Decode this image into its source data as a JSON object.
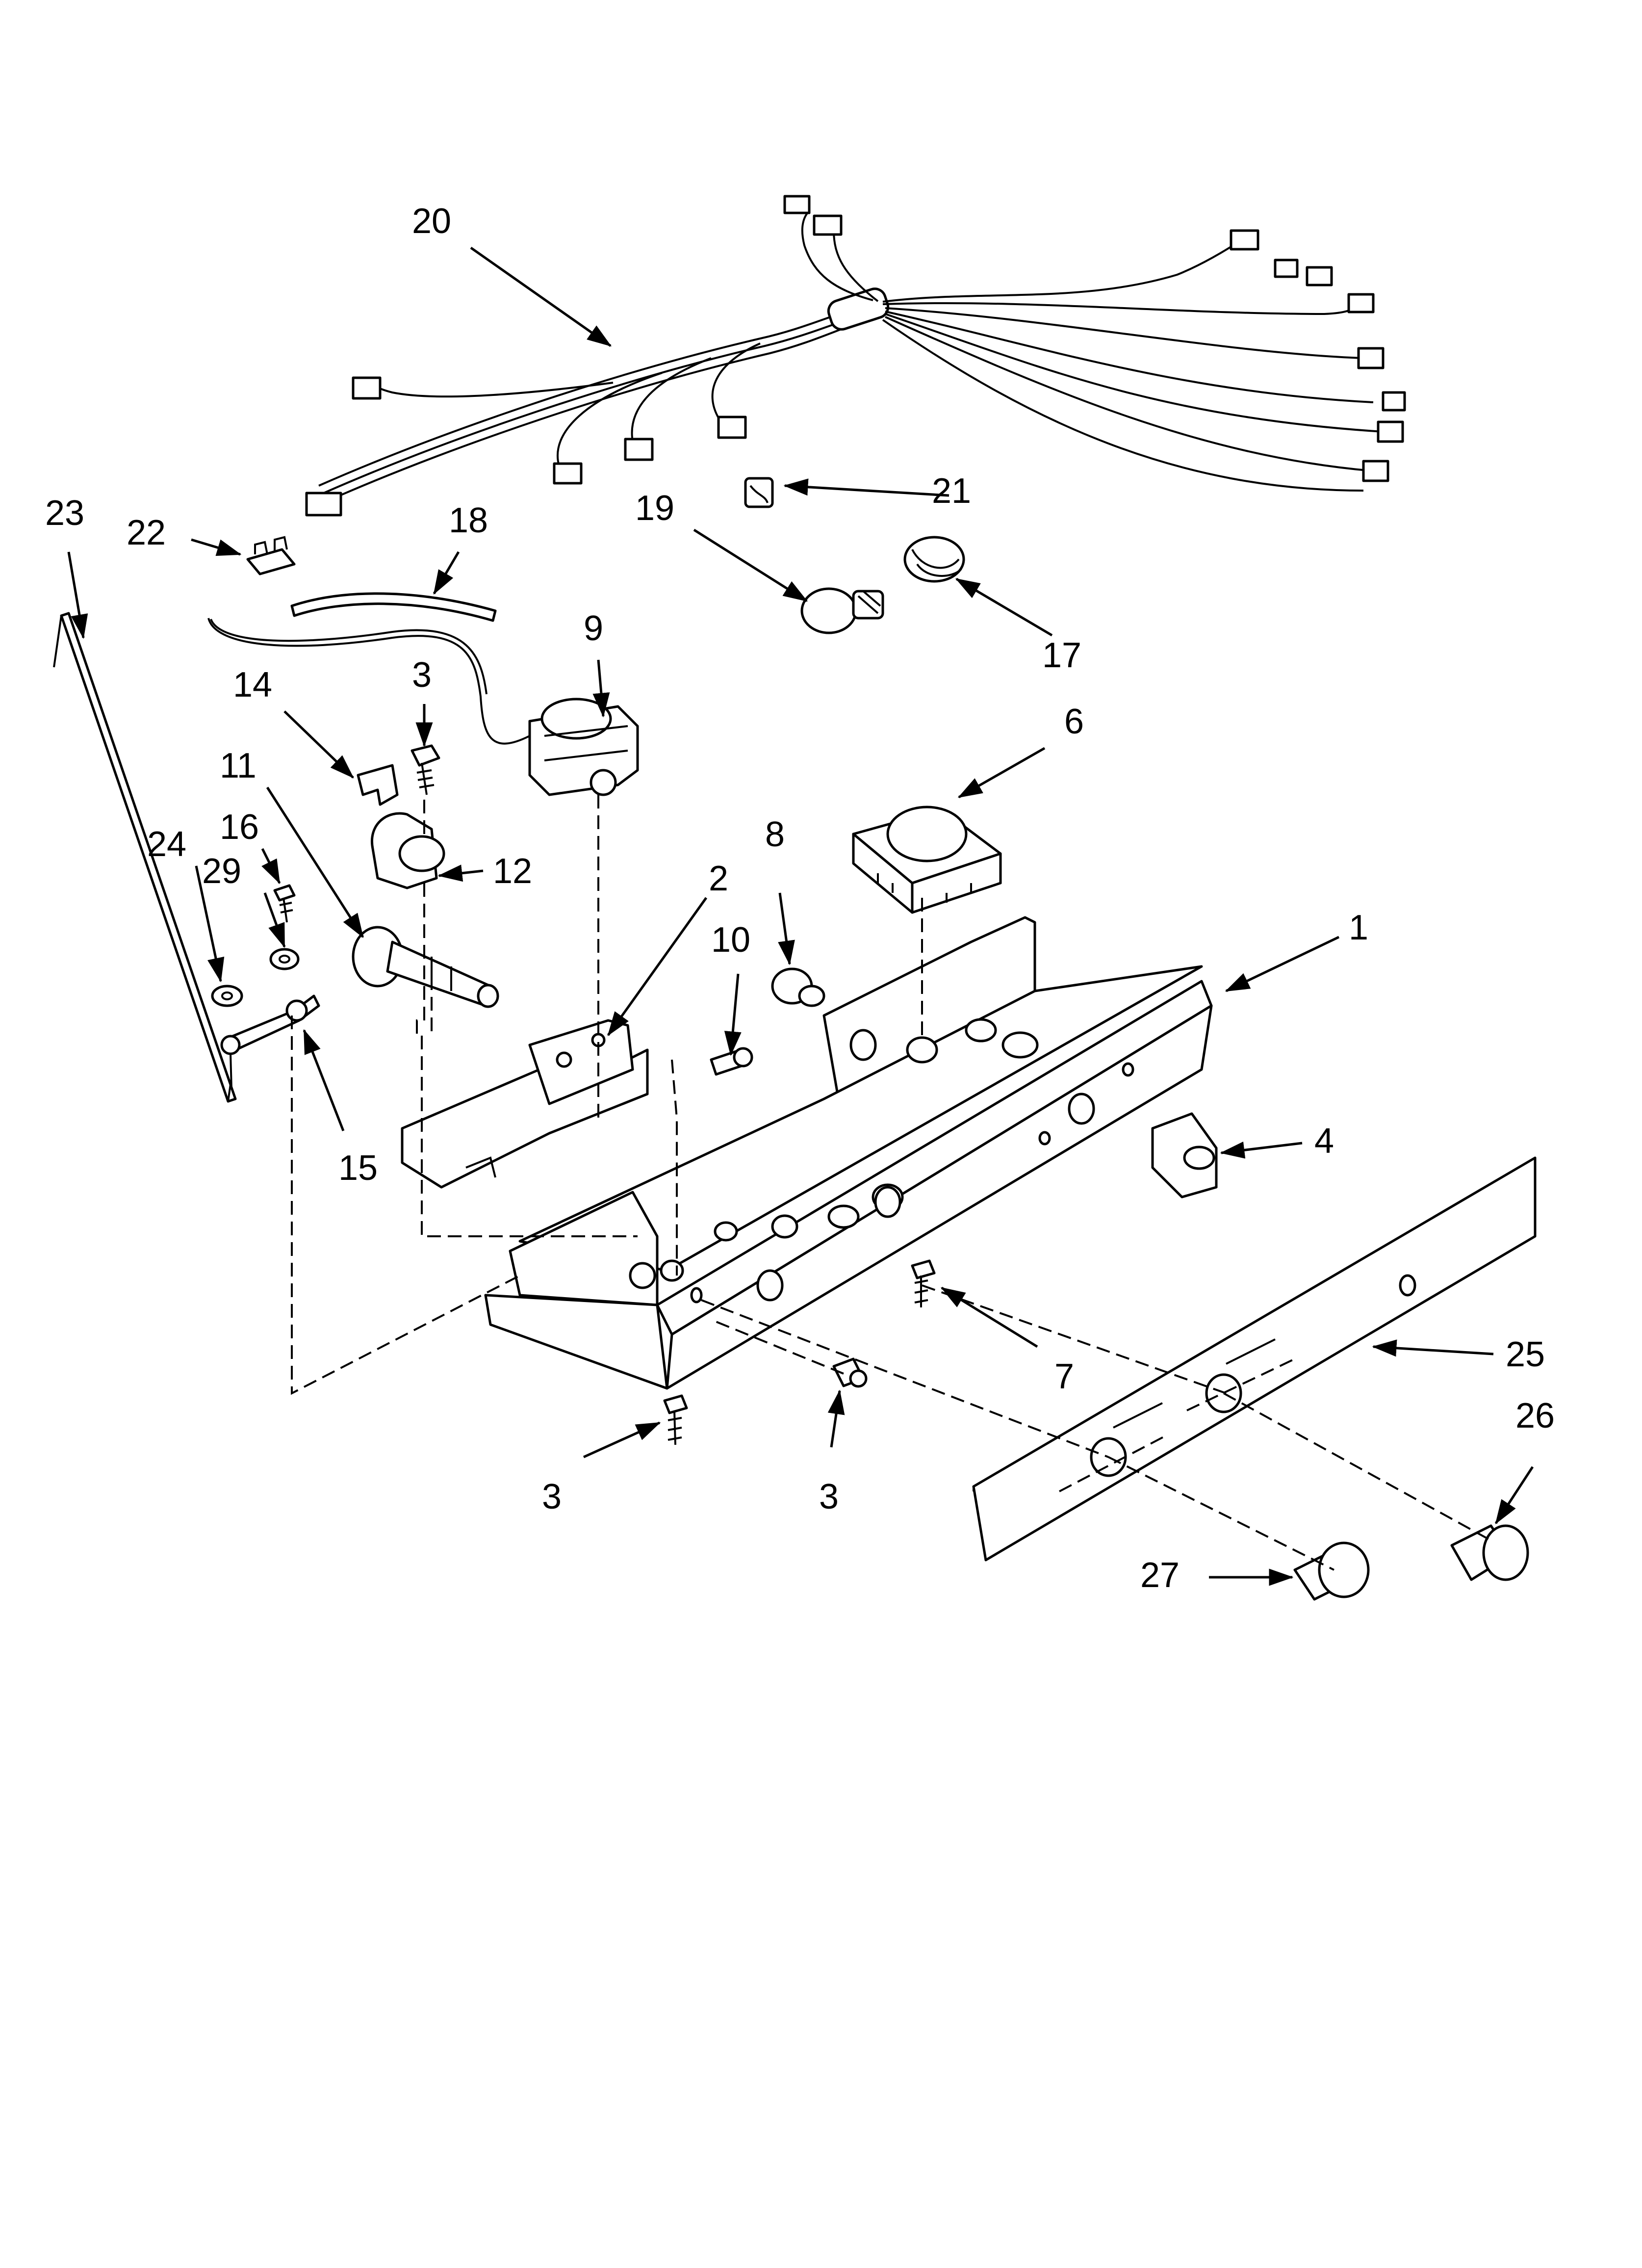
{
  "diagram": {
    "callouts": [
      {
        "id": "c20",
        "text": "20"
      },
      {
        "id": "c21",
        "text": "21"
      },
      {
        "id": "c19",
        "text": "19"
      },
      {
        "id": "c17",
        "text": "17"
      },
      {
        "id": "c23",
        "text": "23"
      },
      {
        "id": "c22",
        "text": "22"
      },
      {
        "id": "c18",
        "text": "18"
      },
      {
        "id": "c9",
        "text": "9"
      },
      {
        "id": "c14",
        "text": "14"
      },
      {
        "id": "c3a",
        "text": "3"
      },
      {
        "id": "c6",
        "text": "6"
      },
      {
        "id": "c11",
        "text": "11"
      },
      {
        "id": "c12",
        "text": "12"
      },
      {
        "id": "c16",
        "text": "16"
      },
      {
        "id": "c24",
        "text": "24"
      },
      {
        "id": "c29",
        "text": "29"
      },
      {
        "id": "c8",
        "text": "8"
      },
      {
        "id": "c2",
        "text": "2"
      },
      {
        "id": "c10",
        "text": "10"
      },
      {
        "id": "c1",
        "text": "1"
      },
      {
        "id": "c4",
        "text": "4"
      },
      {
        "id": "c15",
        "text": "15"
      },
      {
        "id": "c7",
        "text": "7"
      },
      {
        "id": "c25",
        "text": "25"
      },
      {
        "id": "c26",
        "text": "26"
      },
      {
        "id": "c3b",
        "text": "3"
      },
      {
        "id": "c3c",
        "text": "3"
      },
      {
        "id": "c27",
        "text": "27"
      }
    ]
  }
}
